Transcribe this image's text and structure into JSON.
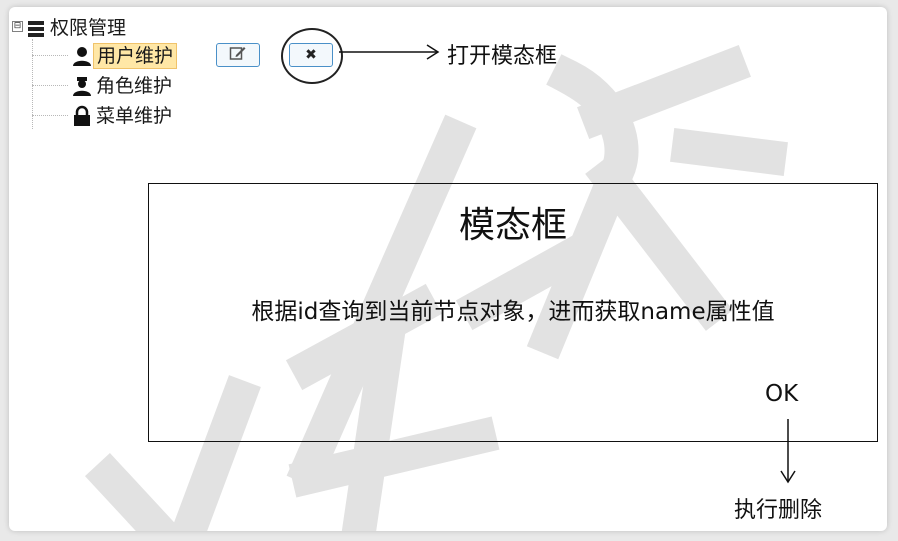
{
  "tree": {
    "root": {
      "label": "权限管理",
      "icon": "list-icon",
      "toggle": "⊟"
    },
    "children": [
      {
        "label": "用户维护",
        "icon": "user-icon",
        "selected": true
      },
      {
        "label": "角色维护",
        "icon": "role-icon",
        "selected": false
      },
      {
        "label": "菜单维护",
        "icon": "lock-icon",
        "selected": false
      }
    ]
  },
  "buttons": {
    "edit_icon": "edit-icon",
    "delete_glyph": "✖"
  },
  "annotations": {
    "open_modal": "打开模态框",
    "delete_action": "执行删除"
  },
  "modal": {
    "title": "模态框",
    "description": "根据id查询到当前节点对象，进而获取name属性值",
    "ok_label": "OK"
  },
  "watermark": {
    "text": "硅谷",
    "color": "#e0e0e0"
  }
}
